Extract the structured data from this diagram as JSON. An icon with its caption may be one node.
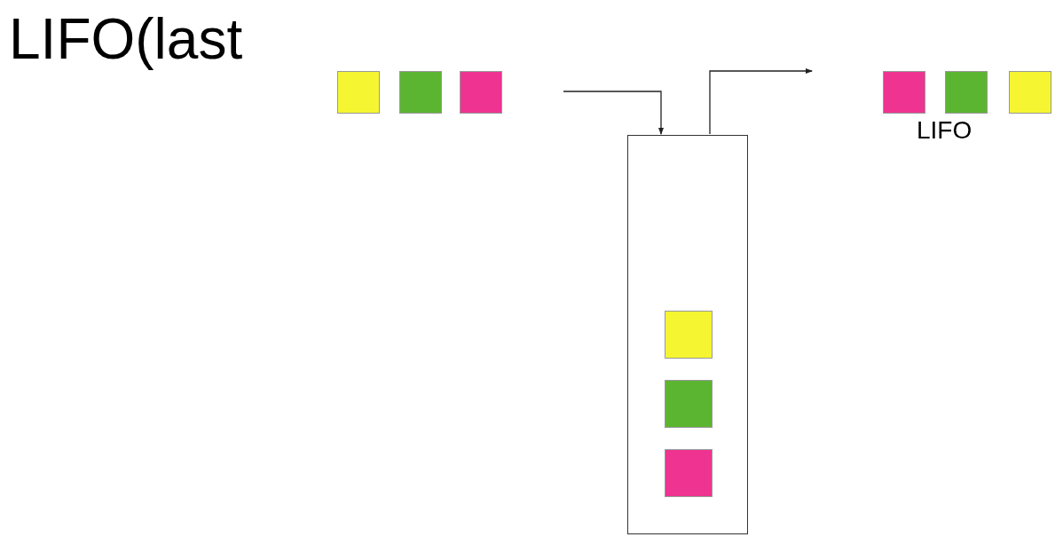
{
  "diagram": {
    "nodes": [
      {
        "text": [],
        "shape": "box"
      },
      {
        "text": [],
        "shape": "box"
      },
      {
        "text": [],
        "shape": "box"
      },
      {
        "text": [],
        "shape": "box"
      },
      {
        "text": [],
        "shape": "box"
      },
      {
        "text": [],
        "shape": "box"
      },
      {
        "text": [],
        "shape": "box"
      },
      {
        "text": [],
        "shape": "box",
        "in": 6
      },
      {
        "text": [],
        "shape": "box",
        "in": 6
      },
      {
        "text": [],
        "shape": "box",
        "in": 6
      }
    ],
    "edges": [
      {
        "from": null,
        "to": 6,
        "arrow": "to"
      },
      {
        "from": 6,
        "to": null,
        "arrow": "to"
      }
    ],
    "labels": [
      "LIFO(last",
      "LIFO"
    ]
  }
}
